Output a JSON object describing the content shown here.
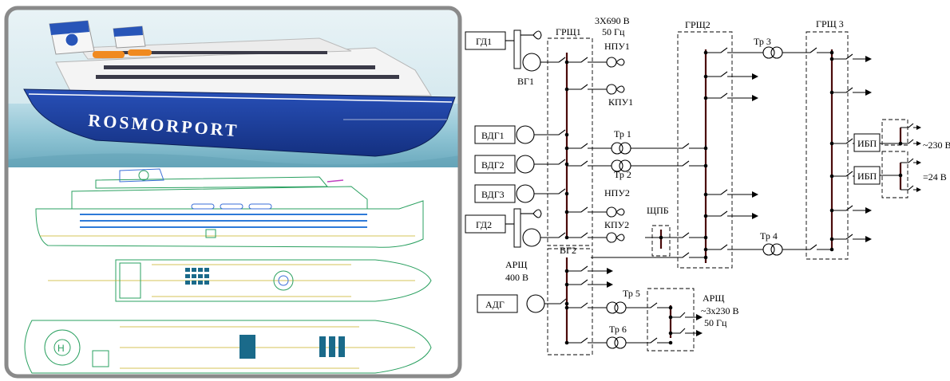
{
  "photo": {
    "brand_text": "ROSMORPORT"
  },
  "diagram": {
    "sources": {
      "gd1": "ГД1",
      "vg1": "ВГ1",
      "vdg1": "ВДГ1",
      "vdg2": "ВДГ2",
      "vdg3": "ВДГ3",
      "gd2": "ГД2",
      "vg2": "ВГ2",
      "adg": "АДГ"
    },
    "switchboards": {
      "grsh1": "ГРЩ1",
      "grsh2": "ГРЩ2",
      "grsh3": "ГРЩ 3",
      "shchpb": "ЩПБ",
      "arsh_main": "АРЩ",
      "arsh_main_voltage": "400 В",
      "arsh_right": "АРЩ"
    },
    "main_voltage": [
      "3Х690 В",
      "50 Гц"
    ],
    "thrusters": {
      "npu1": "НПУ1",
      "kpu1": "КПУ1",
      "npu2": "НПУ2",
      "kpu2": "КПУ2"
    },
    "transformers": {
      "tr1": "Тр 1",
      "tr2": "Тр 2",
      "tr3": "Тр 3",
      "tr4": "Тр 4",
      "tr5": "Тр 5",
      "tr6": "Тр 6"
    },
    "ups": {
      "ibp1": "ИБП",
      "ibp2": "ИБП"
    },
    "outputs": {
      "ac230": "~230 В",
      "dc24": "=24 В",
      "aux": [
        "~3х230 В",
        "50 Гц"
      ]
    }
  }
}
